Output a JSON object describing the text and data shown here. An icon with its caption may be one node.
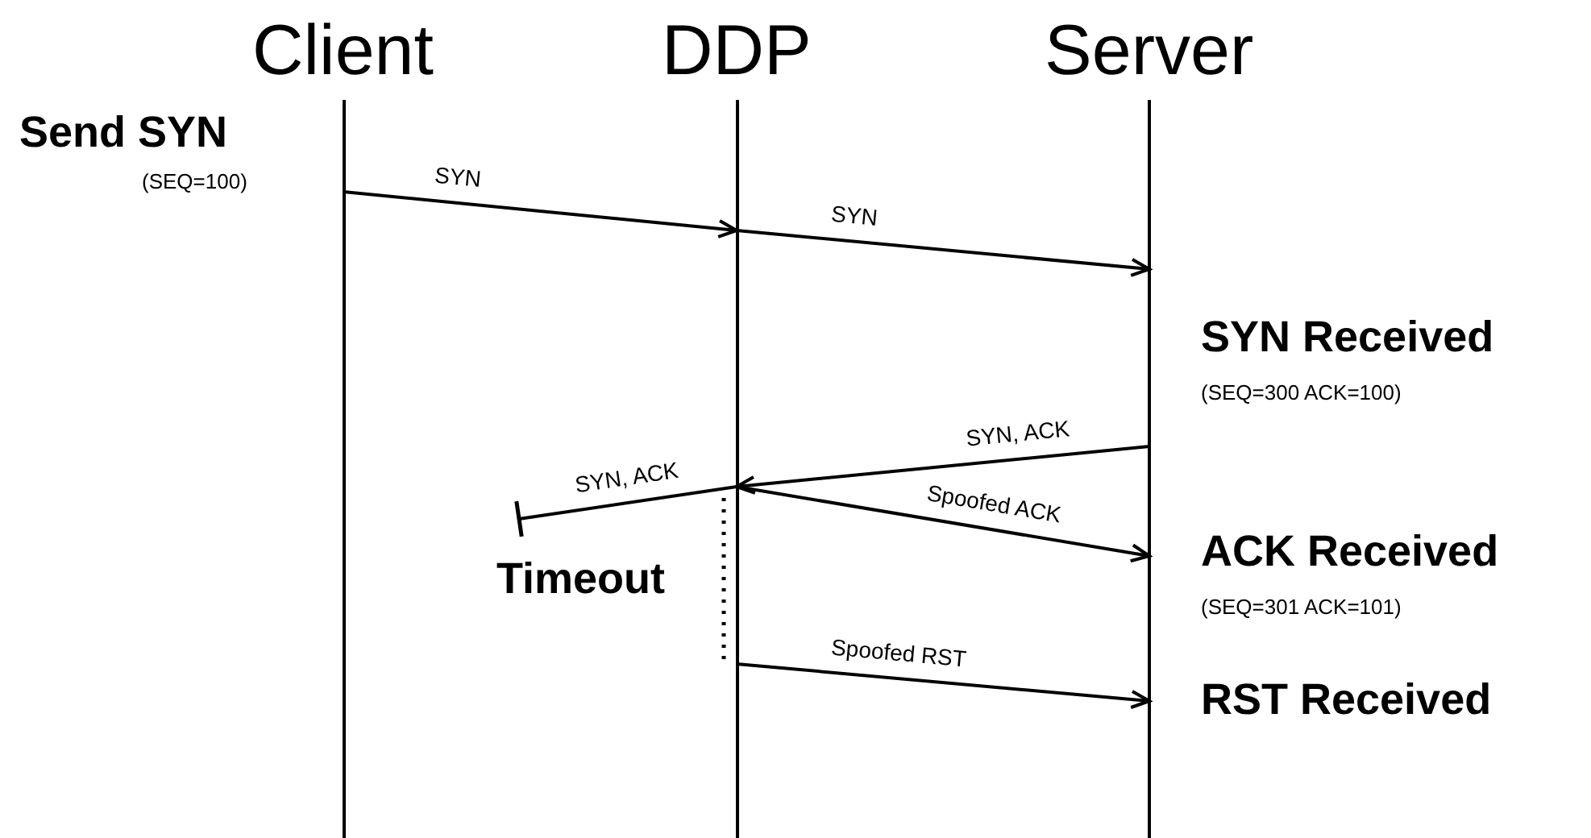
{
  "diagram": {
    "nodes": [
      {
        "text": [
          "Client"
        ]
      },
      {
        "text": [
          "DDP"
        ]
      },
      {
        "text": [
          "Server"
        ]
      }
    ],
    "edges": [
      {
        "from": 0,
        "to": 1,
        "arrow": "to",
        "label": "SYN"
      },
      {
        "from": 1,
        "to": 2,
        "arrow": "to",
        "label": "SYN"
      },
      {
        "from": 2,
        "to": 1,
        "arrow": "to",
        "label": "SYN, ACK"
      },
      {
        "from": 1,
        "to": null,
        "arrow": "other",
        "label": "SYN, ACK"
      },
      {
        "from": 1,
        "to": 2,
        "arrow": "to",
        "label": "Spoofed ACK"
      },
      {
        "from": 1,
        "to": 2,
        "arrow": "to",
        "label": "Spoofed RST"
      }
    ],
    "labels": [
      "Send SYN",
      "(SEQ=100)",
      "SYN Received",
      "(SEQ=300 ACK=100)",
      "Timeout",
      "ACK Received",
      "(SEQ=301 ACK=101)",
      "RST Received"
    ]
  }
}
